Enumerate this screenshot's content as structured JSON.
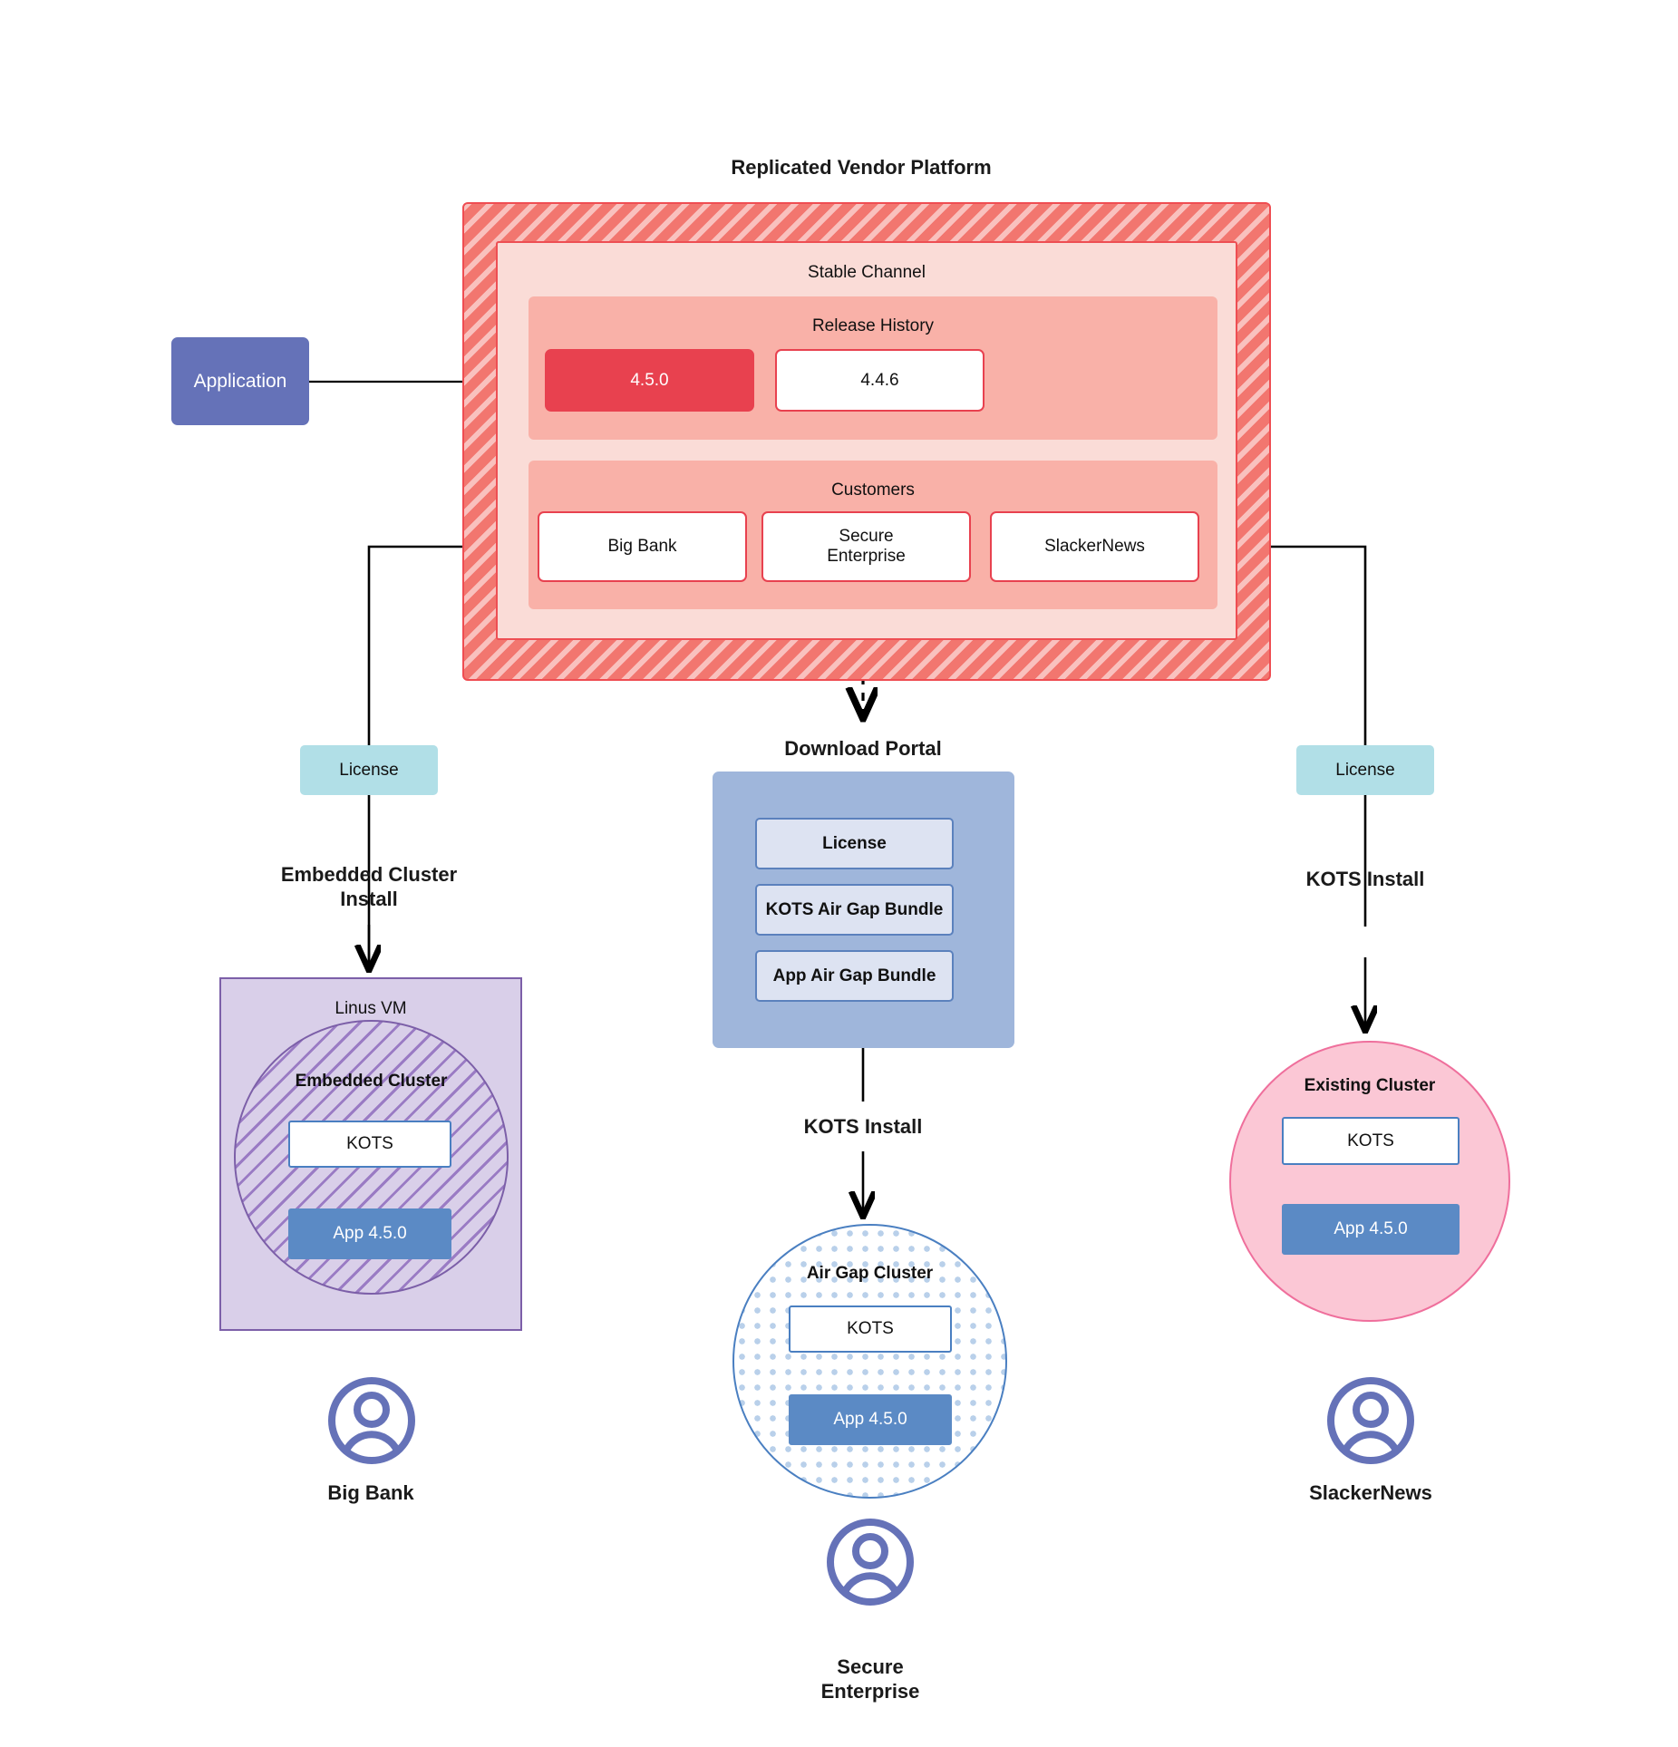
{
  "platform": {
    "title": "Replicated Vendor Platform",
    "channel": {
      "title": "Stable Channel"
    },
    "release_history": {
      "title": "Release History",
      "releases": [
        {
          "version": "4.5.0",
          "state": "active"
        },
        {
          "version": "4.4.6",
          "state": "previous"
        }
      ]
    },
    "customers": {
      "title": "Customers",
      "items": [
        {
          "name": "Big Bank"
        },
        {
          "name": "Secure\nEnterprise",
          "line1": "Secure",
          "line2": "Enterprise"
        },
        {
          "name": "SlackerNews"
        }
      ]
    }
  },
  "application": {
    "label": "Application"
  },
  "licenses": {
    "left_label": "License",
    "right_label": "License"
  },
  "paths": {
    "left_install_line1": "Embedded Cluster",
    "left_install_line2": "Install",
    "center_install": "KOTS Install",
    "right_install": "KOTS Install"
  },
  "download_portal": {
    "title": "Download  Portal",
    "items": [
      {
        "label": "License"
      },
      {
        "label": "KOTS Air Gap Bundle"
      },
      {
        "label": "App Air Gap Bundle"
      }
    ]
  },
  "left_target": {
    "vm_label": "Linus VM",
    "cluster_label": "Embedded Cluster",
    "kots_label": "KOTS",
    "app_label": "App 4.5.0",
    "customer_label": "Big Bank",
    "avatar_icon": "user-avatar-icon"
  },
  "center_target": {
    "cluster_label": "Air Gap Cluster",
    "kots_label": "KOTS",
    "app_label": "App 4.5.0",
    "customer_line1": "Secure",
    "customer_line2": "Enterprise",
    "avatar_icon": "user-avatar-icon"
  },
  "right_target": {
    "cluster_label": "Existing Cluster",
    "kots_label": "KOTS",
    "app_label": "App 4.5.0",
    "customer_label": "SlackerNews",
    "avatar_icon": "user-avatar-icon"
  },
  "colors": {
    "platform_fill": "#f2766f",
    "platform_border": "#ef4d52",
    "channel_fill": "#fadcd7",
    "section_fill": "#f9b1a8",
    "release_active": "#e8414f",
    "application_fill": "#6572b8",
    "license_fill": "#b1dfe7",
    "portal_fill": "#9fb6db",
    "portal_item_fill": "#dde3f2",
    "vm_fill": "#d9cfe9",
    "vm_border": "#7c5fa8",
    "existing_fill": "#fbc7d5",
    "existing_border": "#ef6f9c",
    "kots_border": "#4a7fc1",
    "app_fill": "#5b8ac5",
    "avatar_stroke": "#6572b8"
  }
}
